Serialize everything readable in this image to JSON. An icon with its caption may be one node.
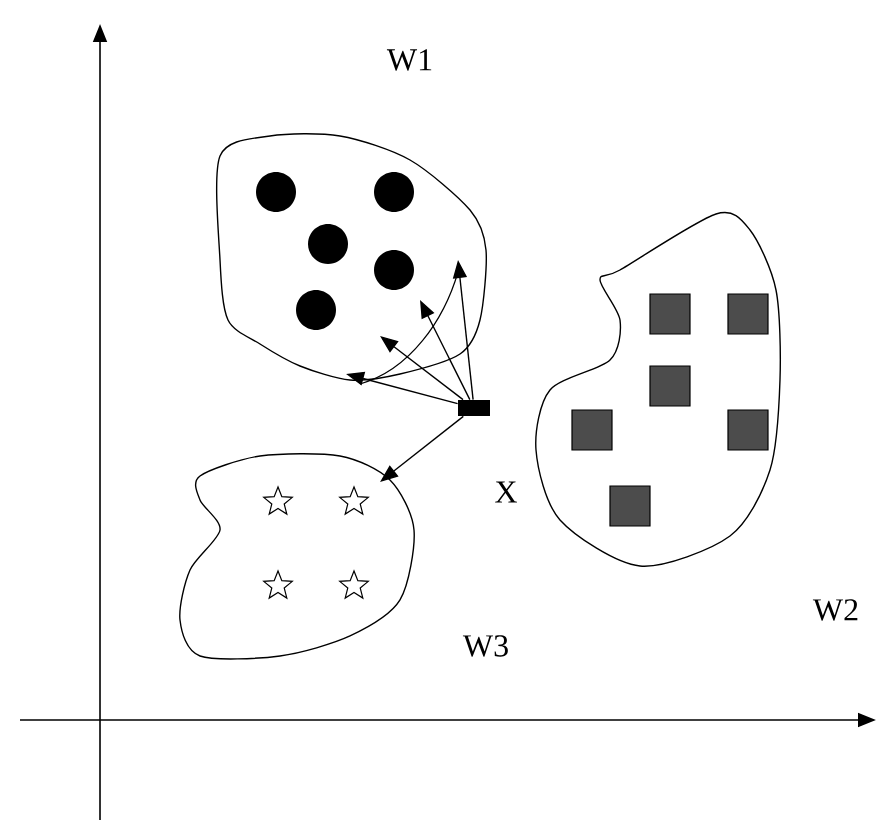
{
  "diagram": {
    "nodes": [
      {
        "text": [
          "W1"
        ]
      },
      {
        "text": [
          "W2"
        ]
      },
      {
        "text": [],
        "shape": "box"
      },
      {
        "text": [
          "W3"
        ]
      }
    ],
    "edges": [
      {
        "from": 2,
        "to": 0,
        "arrow": "to"
      },
      {
        "from": 2,
        "to": 0,
        "arrow": "to"
      },
      {
        "from": 2,
        "to": 0,
        "arrow": "to"
      },
      {
        "from": 2,
        "to": 0,
        "arrow": "to"
      },
      {
        "from": 2,
        "to": 3,
        "arrow": "to"
      }
    ],
    "labels": [
      "X"
    ]
  }
}
